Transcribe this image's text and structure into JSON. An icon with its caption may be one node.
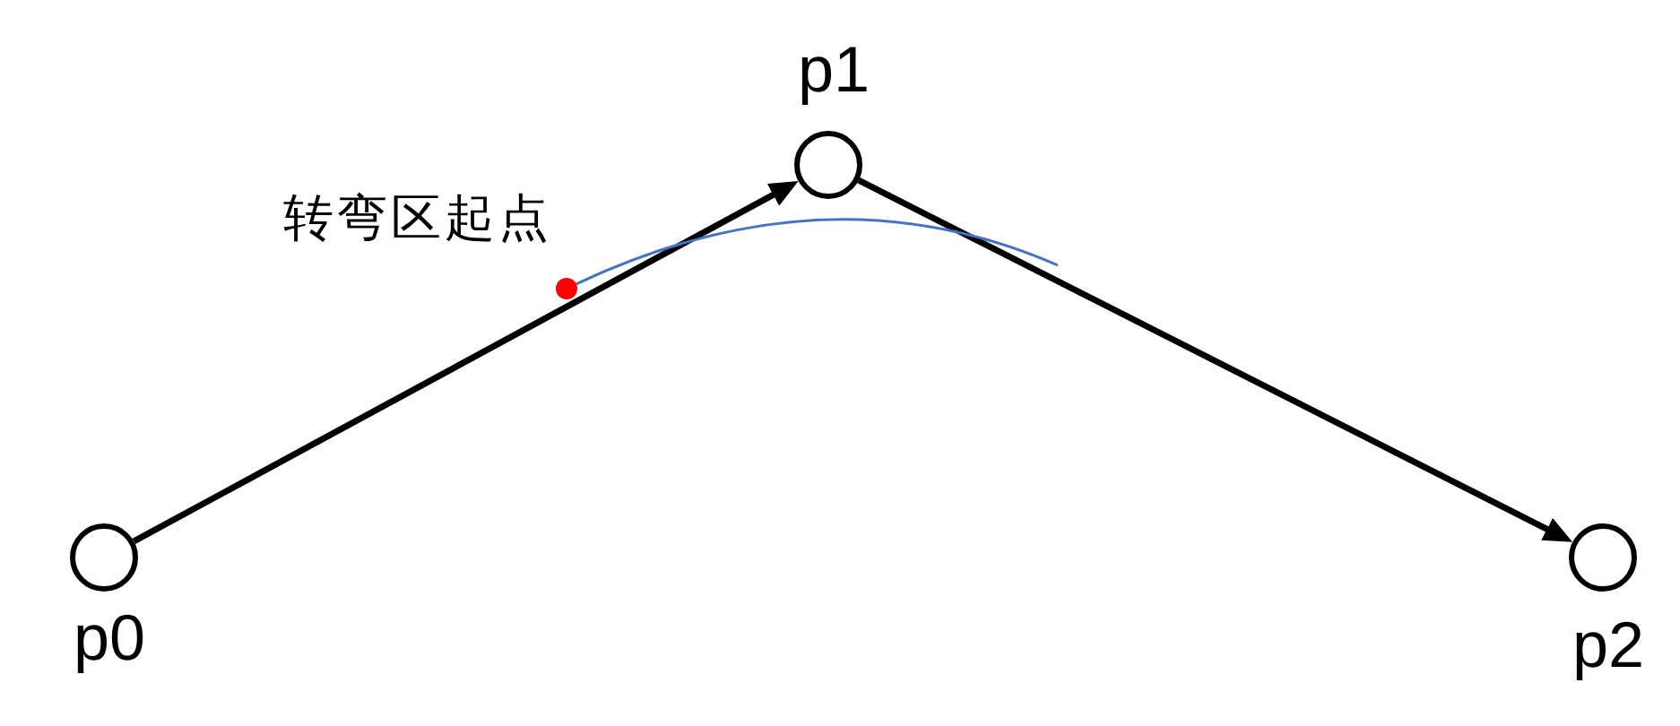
{
  "diagram": {
    "nodes": [
      {
        "text": [],
        "shape": "circle",
        "beside": [
          "p0"
        ]
      },
      {
        "text": [],
        "shape": "circle",
        "beside": [
          "p1"
        ]
      },
      {
        "text": [],
        "shape": "circle",
        "beside": [
          "p2"
        ]
      },
      {
        "text": [],
        "shape": "circle",
        "beside": [
          "转弯区起点"
        ]
      }
    ],
    "edges": [
      {
        "from": 0,
        "to": 1,
        "arrow": "to"
      },
      {
        "from": 1,
        "to": 2,
        "arrow": "to"
      },
      {
        "from": 3,
        "to": null,
        "arrow": "none",
        "color": "#4472c4"
      }
    ]
  }
}
